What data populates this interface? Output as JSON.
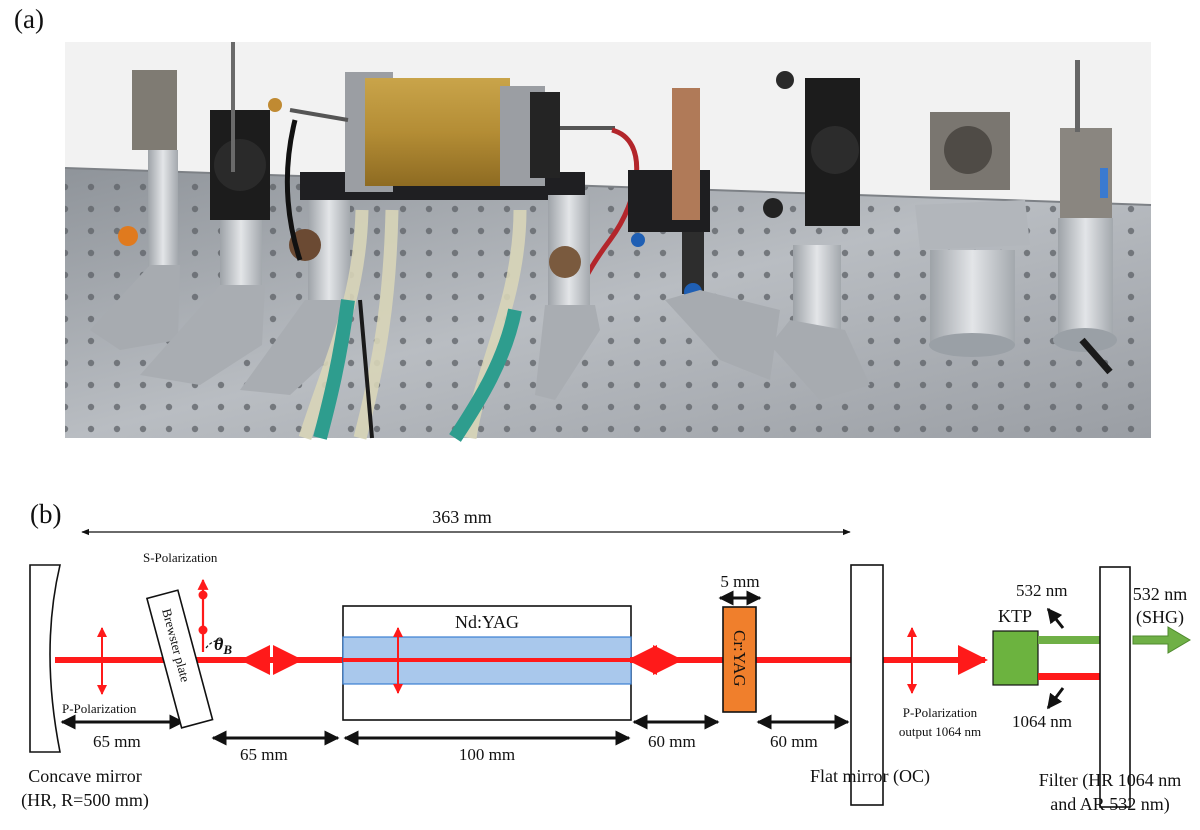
{
  "panel_a": {
    "label": "(a)"
  },
  "panel_b": {
    "label": "(b)",
    "total_length": "363 mm",
    "s_polarization": "S-Polarization",
    "p_polarization": "P-Polarization",
    "brewster_plate": "Brewster plate",
    "brewster_angle_symbol": "θ",
    "brewster_angle_subscript": "B",
    "nd_yag": "Nd:YAG",
    "cr_yag": "Cr:YAG",
    "cr_thickness": "5 mm",
    "ktp": "KTP",
    "green_wavelength": "532 nm",
    "ir_wavelength": "1064 nm",
    "output_green_line1": "532 nm",
    "output_green_line2": "(SHG)",
    "p_output_line1": "P-Polarization",
    "p_output_line2": "output 1064 nm",
    "distances": {
      "mirror_to_plate": "65 mm",
      "plate_to_rod": "65 mm",
      "rod_length": "100 mm",
      "rod_to_cr": "60 mm",
      "cr_to_oc": "60 mm"
    },
    "concave_mirror_line1": "Concave mirror",
    "concave_mirror_line2": "(HR, R=500 mm)",
    "flat_mirror": "Flat mirror (OC)",
    "filter_line1": "Filter (HR 1064 nm",
    "filter_line2": "and AR 532 nm)"
  },
  "colors": {
    "beam_red": "#ff1a1a",
    "nd_yag_fill": "#a9c8ec",
    "cr_yag_fill": "#f07f2c",
    "ktp_fill": "#6cb33f",
    "green_beam": "#6fb046"
  }
}
